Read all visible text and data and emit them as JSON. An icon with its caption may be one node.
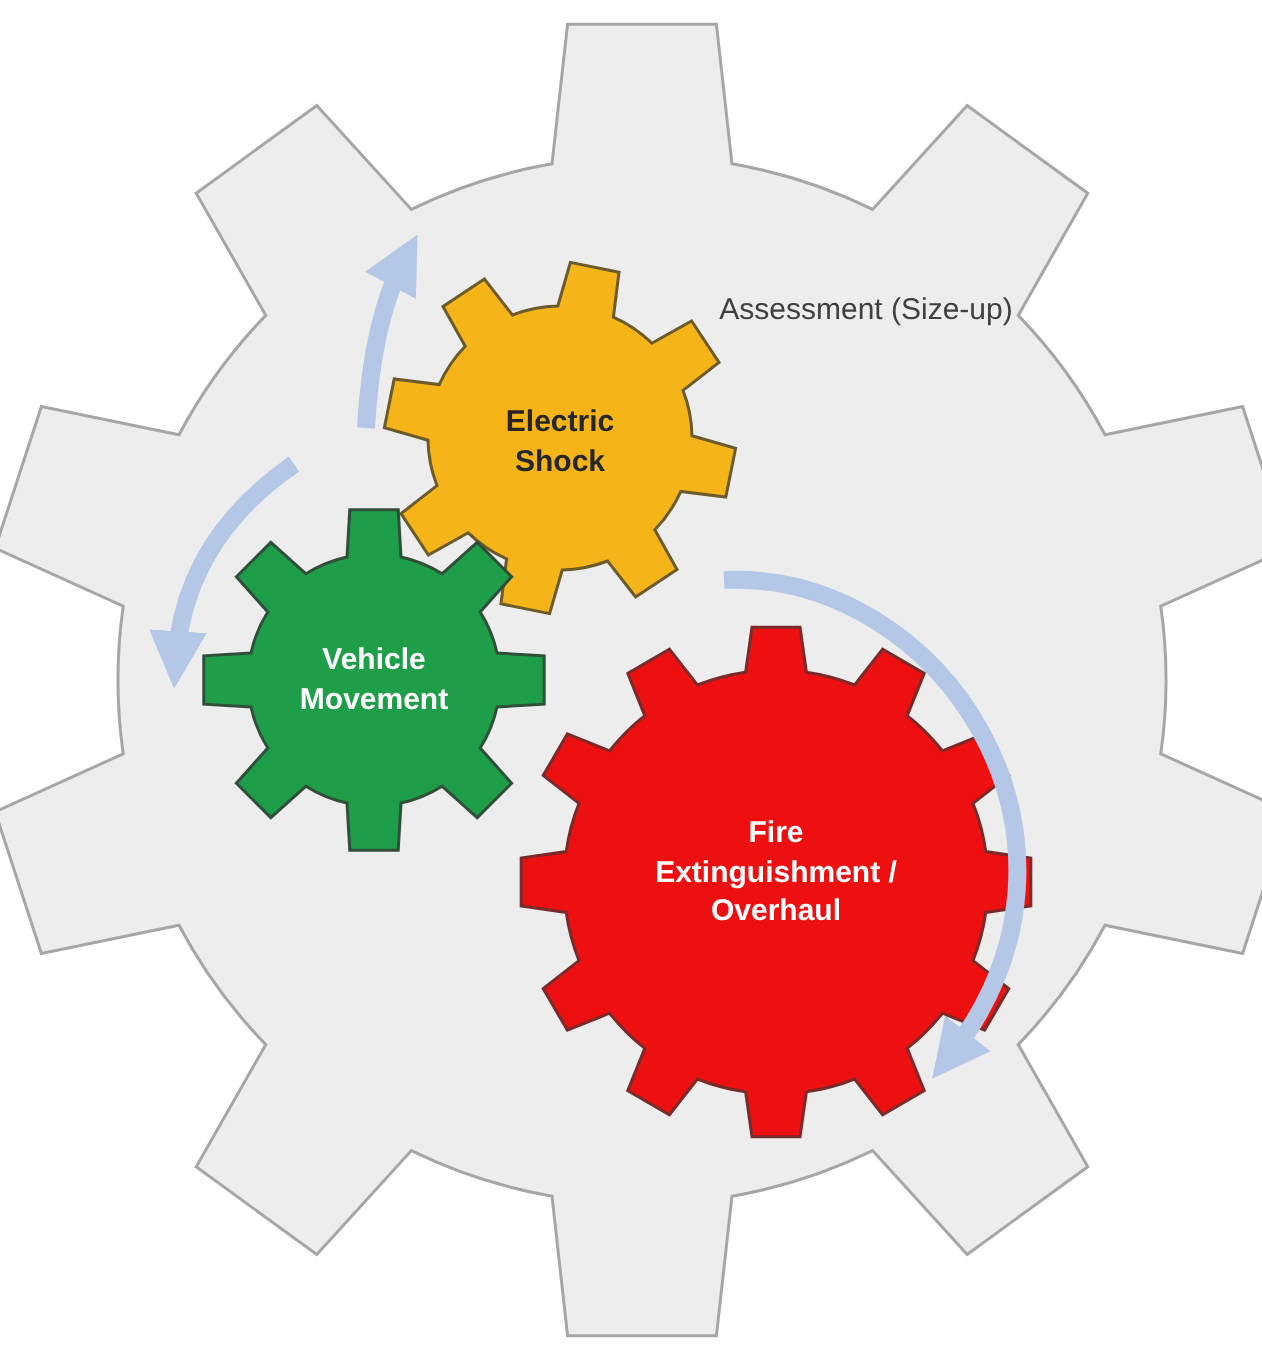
{
  "diagram": {
    "nodes": [
      {
        "text": [
          "Assessment (Size-up)"
        ]
      },
      {
        "text": [
          "Electric Shock"
        ],
        "in": 0
      },
      {
        "text": [
          "Vehicle Movement"
        ],
        "in": 0
      },
      {
        "text": [
          "Fire Extinguishment / Overhaul"
        ],
        "in": 0
      }
    ]
  }
}
